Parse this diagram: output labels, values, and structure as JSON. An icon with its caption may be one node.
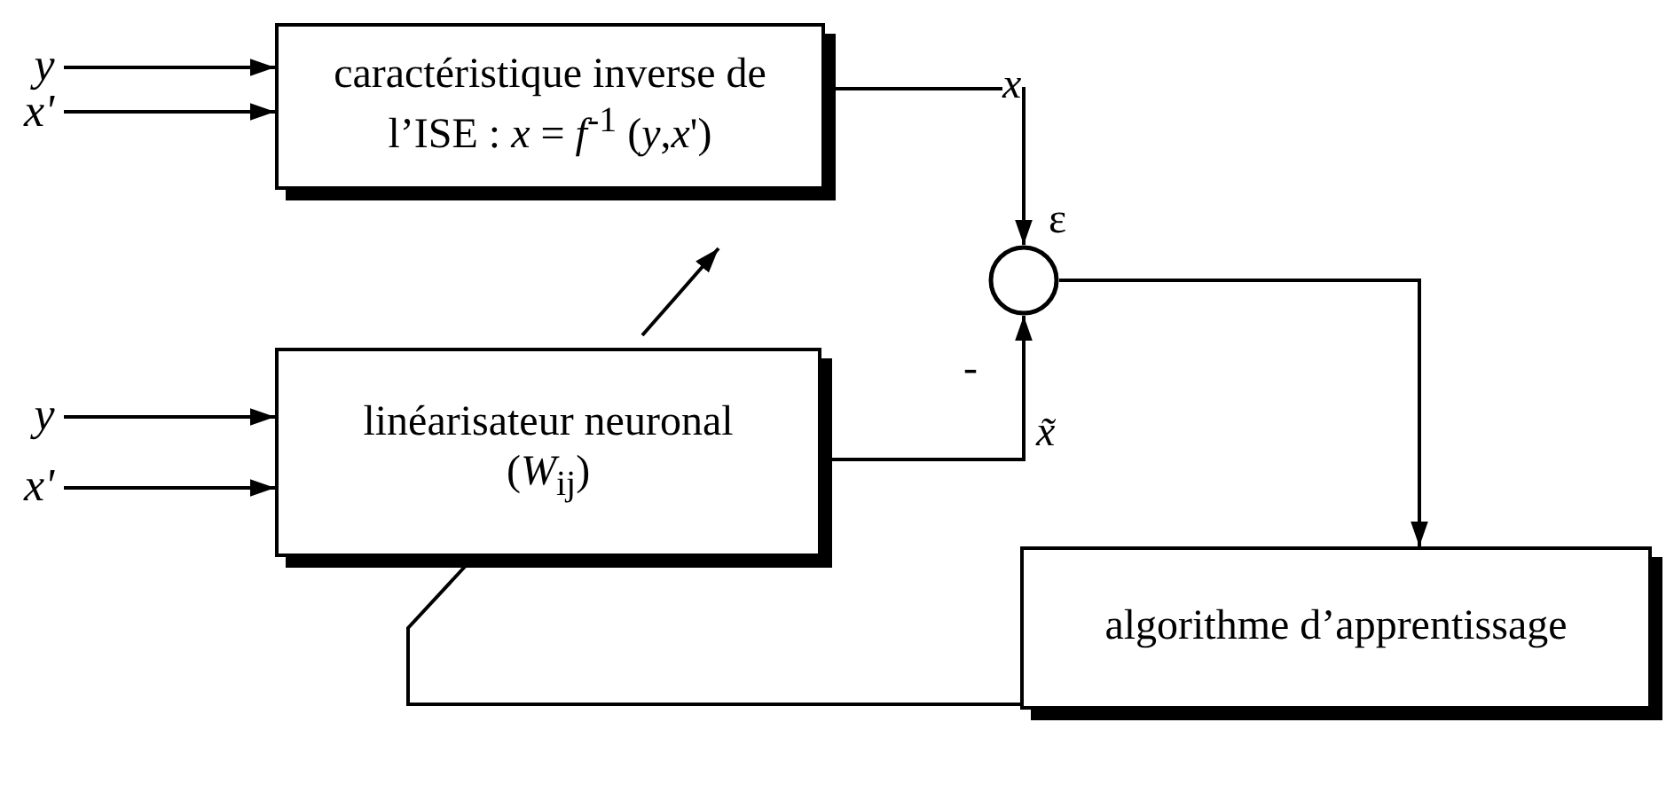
{
  "diagram": {
    "nodes": [
      {
        "text": [
          "y"
        ]
      },
      {
        "text": [
          "x'"
        ]
      },
      {
        "text": [
          "caractéristique inverse de l’ISE : *x* = *f*$^{-1}$ (*y*,*x*')"
        ]
      },
      {
        "text": [],
        "shape": "circle",
        "beside": [
          "ε"
        ]
      },
      {
        "text": [
          "y"
        ]
      },
      {
        "text": [
          "x'"
        ]
      },
      {
        "text": [
          "linéarisateur neuronal",
          "(*W*$_{ij}$)"
        ]
      },
      {
        "text": [
          "algorithme d’apprentissage"
        ]
      }
    ],
    "edges": [
      {
        "from": 0,
        "to": 2,
        "arrow": "to"
      },
      {
        "from": 1,
        "to": 2,
        "arrow": "to"
      },
      {
        "from": 2,
        "to": 3,
        "arrow": "to",
        "label": "x"
      },
      {
        "from": 4,
        "to": 6,
        "arrow": "to"
      },
      {
        "from": 5,
        "to": 6,
        "arrow": "to"
      },
      {
        "from": 6,
        "to": 3,
        "arrow": "to",
        "label": "x̃"
      },
      {
        "from": 3,
        "to": 7,
        "arrow": "to"
      },
      {
        "from": 7,
        "to": 6,
        "arrow": "none"
      }
    ],
    "labels": [
      "-"
    ]
  }
}
